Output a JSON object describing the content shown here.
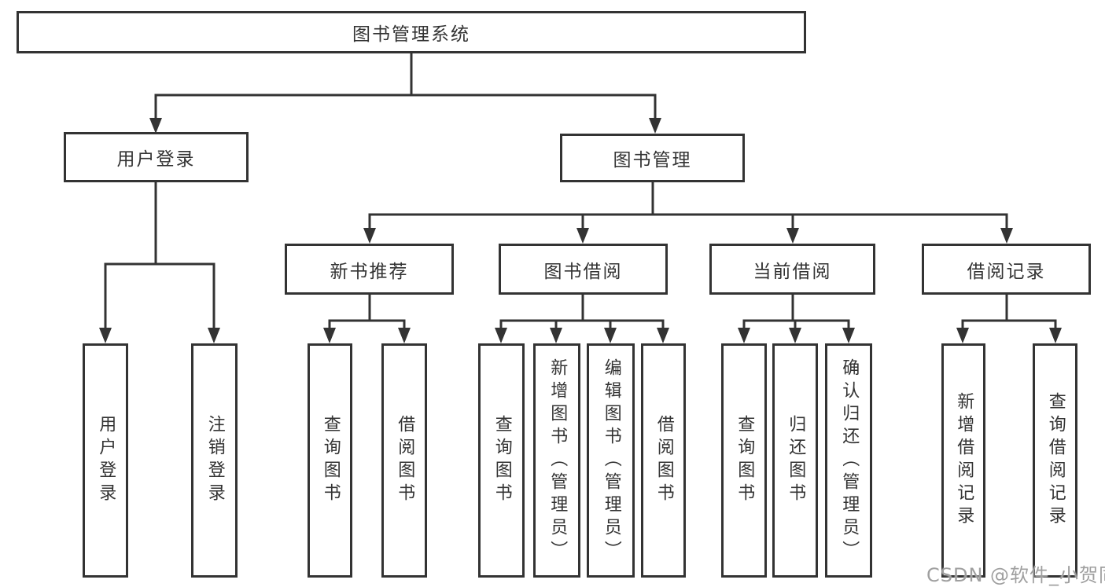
{
  "tree": {
    "label": "图书管理系统",
    "children": [
      {
        "label": "用户登录",
        "children": [
          {
            "label": "用户登录"
          },
          {
            "label": "注销登录"
          }
        ]
      },
      {
        "label": "图书管理",
        "children": [
          {
            "label": "新书推荐",
            "children": [
              {
                "label": "查询图书"
              },
              {
                "label": "借阅图书"
              }
            ]
          },
          {
            "label": "图书借阅",
            "children": [
              {
                "label": "查询图书"
              },
              {
                "label": "新增图书（管理员）"
              },
              {
                "label": "编辑图书（管理员）"
              },
              {
                "label": "借阅图书"
              }
            ]
          },
          {
            "label": "当前借阅",
            "children": [
              {
                "label": "查询图书"
              },
              {
                "label": "归还图书"
              },
              {
                "label": "确认归还（管理员）"
              }
            ]
          },
          {
            "label": "借阅记录",
            "children": [
              {
                "label": "新增借阅记录"
              },
              {
                "label": "查询借阅记录"
              }
            ]
          }
        ]
      }
    ]
  },
  "watermark": {
    "text": "CSDN @软件_小贺同学"
  },
  "colors": {
    "line": "#333333",
    "text": "#333333",
    "watermark": "#9f9f9f",
    "background": "#ffffff"
  }
}
